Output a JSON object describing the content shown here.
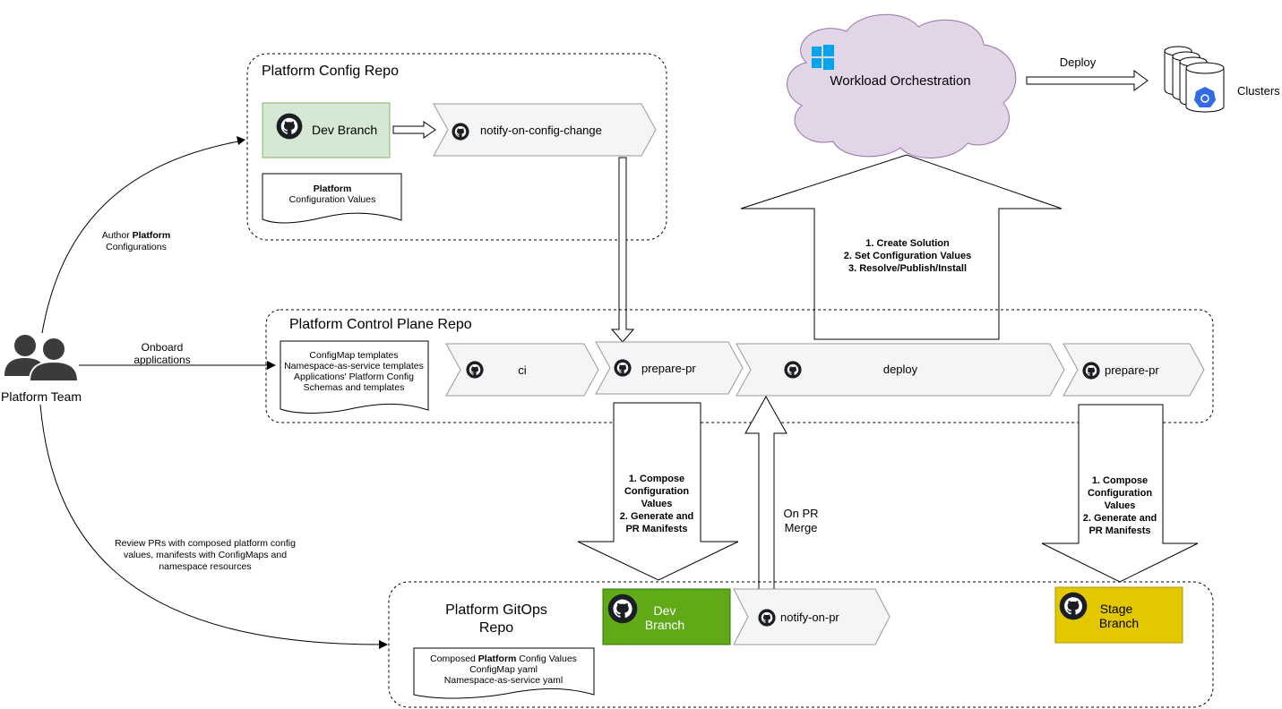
{
  "platform_config_repo": {
    "title": "Platform Config Repo",
    "dev_branch": "Dev Branch",
    "pipeline": "notify-on-config-change",
    "doc_bold": "Platform",
    "doc_text": "Configuration Values"
  },
  "workload": {
    "cloud_label": "Workload Orchestration",
    "deploy_label": "Deploy",
    "clusters_label": "Clusters"
  },
  "big_arrow": {
    "lines": [
      "1. Create Solution",
      "2. Set Configuration Values",
      "3. Resolve/Publish/Install"
    ]
  },
  "control_plane_repo": {
    "title": "Platform Control Plane Repo",
    "doc_lines": [
      "ConfigMap templates",
      "Namespace-as-service templates",
      "Applications' Platform Config",
      "Schemas and templates"
    ],
    "stages": [
      "ci",
      "prepare-pr",
      "deploy",
      "prepare-pr"
    ]
  },
  "platform_team": {
    "label": "Platform Team",
    "author_prefix": "Author ",
    "author_bold": "Platform",
    "author_line2": "Configurations",
    "onboard_lines": [
      "Onboard",
      "applications"
    ],
    "review_lines": [
      "Review PRs with composed platform config",
      "values, manifests with ConfigMaps and",
      "namespace resources"
    ]
  },
  "compose_arrow_left": {
    "lines": [
      "1. Compose",
      "Configuration",
      "Values",
      "2. Generate and",
      "PR Manifests"
    ]
  },
  "compose_arrow_right": {
    "lines": [
      "1. Compose",
      "Configuration",
      "Values",
      "2. Generate and",
      "PR Manifests"
    ]
  },
  "merge_arrow": {
    "lines": [
      "On PR",
      "Merge"
    ]
  },
  "gitops_repo": {
    "title_lines": [
      "Platform GitOps",
      "Repo"
    ],
    "dev_branch_lines": [
      "Dev",
      "Branch"
    ],
    "pipeline": "notify-on-pr",
    "stage_branch_lines": [
      "Stage",
      "Branch"
    ],
    "doc_line1_prefix": "Composed ",
    "doc_line1_bold": "Platform",
    "doc_line1_suffix": " Config Values",
    "doc_line2": "ConfigMap yaml",
    "doc_line3": "Namespace-as-service yaml"
  },
  "colors": {
    "dev_branch_config": "#d5e8d4",
    "dev_branch_gitops": "#60a917",
    "stage_branch": "#e3c800",
    "cloud": "#e1d5e7",
    "windows_blue": "#00a4ef",
    "k8s_blue": "#326ce5",
    "chevron_fill": "#f5f5f5"
  }
}
